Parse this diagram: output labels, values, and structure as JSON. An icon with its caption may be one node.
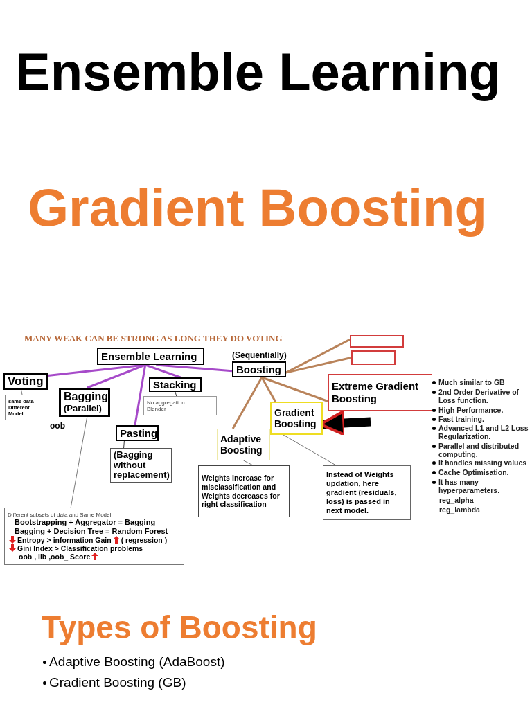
{
  "diagram": {
    "title": "Ensemble Learning",
    "nodes": [
      {
        "text": [
          "Ensemble Learning"
        ]
      },
      {
        "text": [
          "Voting"
        ]
      },
      {
        "text": [
          "same data Different Model"
        ]
      },
      {
        "text": [
          "Bagging",
          "(Parallel)"
        ]
      },
      {
        "text": [
          "Stacking"
        ]
      },
      {
        "text": [
          "No aggregation",
          "Blender"
        ]
      },
      {
        "text": [
          "Pasting"
        ]
      },
      {
        "text": [
          "(Bagging without replacement)"
        ]
      },
      {
        "text": [
          "Boosting"
        ],
        "beside": [
          "(Sequentially)"
        ]
      },
      {
        "text": [],
        "shape": "box"
      },
      {
        "text": [],
        "shape": "box"
      },
      {
        "text": [
          "Extreme Gradient Boosting"
        ],
        "beside": [
          "Much similar to GB",
          "2nd Order Derivative of Loss function.",
          "High Performance.",
          "Fast training.",
          "Advanced L1 and L2 Loss Regularization.",
          "Parallel and distributed computing.",
          "It handles missing values",
          "Cache Optimisation.",
          "It has many hyperparameters.",
          "reg_alpha",
          "reg_lambda"
        ]
      },
      {
        "text": [
          "Gradient Boosting"
        ]
      },
      {
        "text": [
          "Adaptive Boosting"
        ]
      },
      {
        "text": [
          "Weights Increase for misclassification and Weights decreases for right classification"
        ]
      },
      {
        "text": [
          "Instead of Weights updation, here gradient (residuals, loss) is passed in next model."
        ]
      },
      {
        "text": [
          "Different subsets of data and Same Model",
          "Bootstrapping + Aggregator = Bagging",
          "Bagging + Decision Tree = Random Forest",
          "Entropy > information Gain",
          "( regression )",
          "Gini Index > Classification problems",
          "oob , iib ,oob_ Score"
        ]
      }
    ],
    "edges": [
      {
        "from": 0,
        "to": 1,
        "arrow": "none",
        "color": "#a64ac9"
      },
      {
        "from": 0,
        "to": 3,
        "arrow": "none",
        "color": "#a64ac9"
      },
      {
        "from": 0,
        "to": 4,
        "arrow": "none",
        "color": "#a64ac9"
      },
      {
        "from": 0,
        "to": 6,
        "arrow": "none",
        "color": "#a64ac9"
      },
      {
        "from": 0,
        "to": 8,
        "arrow": "none",
        "color": "#a64ac9"
      },
      {
        "from": 1,
        "to": 2,
        "arrow": "none",
        "color": "#777777"
      },
      {
        "from": 3,
        "to": 16,
        "arrow": "none",
        "color": "#777777"
      },
      {
        "from": 4,
        "to": 5,
        "arrow": "none",
        "color": "#333333"
      },
      {
        "from": 6,
        "to": 7,
        "arrow": "none",
        "color": "#333333"
      },
      {
        "from": 8,
        "to": 9,
        "arrow": "none",
        "color": "#b9835a"
      },
      {
        "from": 8,
        "to": 10,
        "arrow": "none",
        "color": "#b9835a"
      },
      {
        "from": 8,
        "to": 11,
        "arrow": "none",
        "color": "#b9835a"
      },
      {
        "from": 8,
        "to": 12,
        "arrow": "none",
        "color": "#b9835a"
      },
      {
        "from": 8,
        "to": 13,
        "arrow": "none",
        "color": "#b9835a"
      },
      {
        "from": 13,
        "to": 14,
        "arrow": "none",
        "color": "#777777"
      },
      {
        "from": 12,
        "to": 15,
        "arrow": "none",
        "color": "#777777"
      },
      {
        "from": null,
        "to": 12,
        "arrow": "to",
        "style": "thick",
        "color": "#000000"
      }
    ],
    "labels": [
      "Gradient Boosting",
      "MANY WEAK CAN BE STRONG AS LONG THEY DO VOTING",
      "oob",
      "Types of Boosting",
      "Adaptive Boosting (AdaBoost)",
      "Gradient Boosting (GB)"
    ]
  }
}
